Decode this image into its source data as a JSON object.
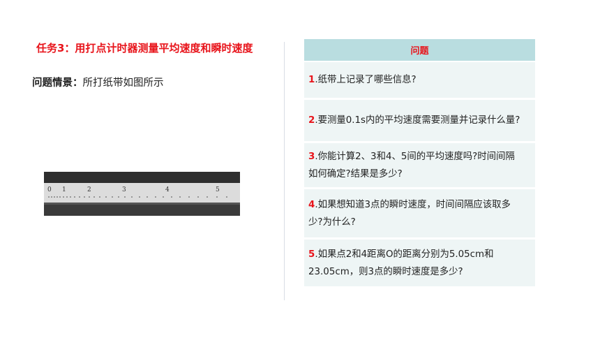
{
  "task": {
    "title": "任务3：用打点计时器测量平均速度和瞬时速度"
  },
  "scenario": {
    "label": "问题情景：",
    "text": "所打纸带如图所示"
  },
  "tape": {
    "marks": [
      "0",
      "1",
      "2",
      "3",
      "4",
      "5"
    ]
  },
  "table": {
    "header": "问题",
    "rows": [
      {
        "num": "1",
        "lines": [
          ".纸带上记录了哪些信息?"
        ]
      },
      {
        "num": "2",
        "lines": [
          ".要测量0.1s内的平均速度需要测量并记录什么量?"
        ]
      },
      {
        "num": "3",
        "lines": [
          ".你能计算2、3和4、5间的平均速度吗?时间间隔",
          "如何确定?结果是多少?"
        ]
      },
      {
        "num": "4",
        "lines": [
          ".如果想知道3点的瞬时速度，时间间隔应该取多",
          "少?为什么?"
        ]
      },
      {
        "num": "5",
        "lines": [
          ".如果点2和4距离O的距离分别为5.05cm和",
          "23.05cm，则3点的瞬时速度是多少?"
        ]
      }
    ]
  }
}
